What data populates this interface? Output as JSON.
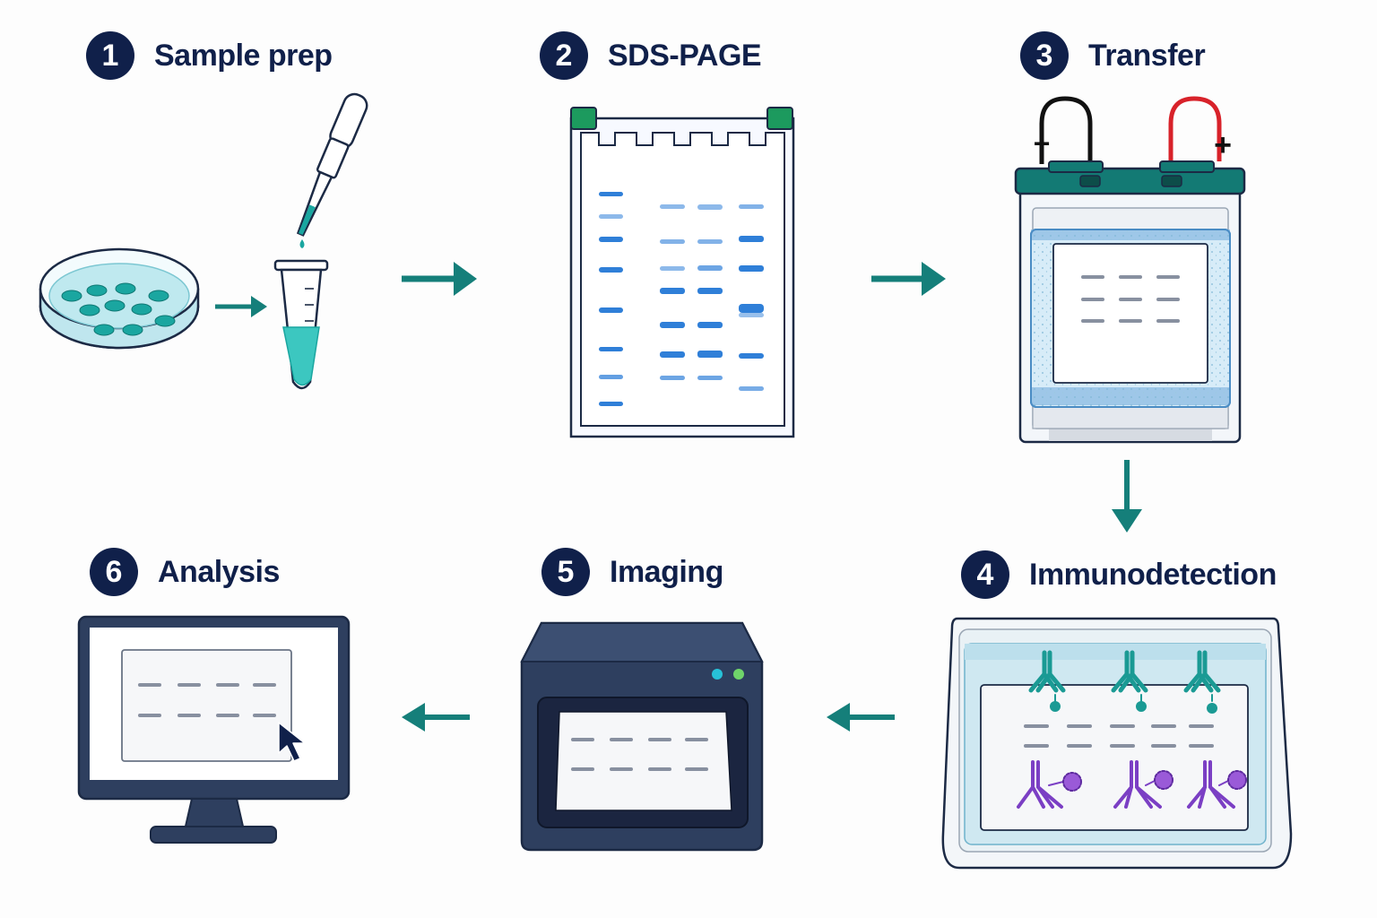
{
  "steps": [
    {
      "number": "1",
      "title": "Sample prep"
    },
    {
      "number": "2",
      "title": "SDS-PAGE"
    },
    {
      "number": "3",
      "title": "Transfer"
    },
    {
      "number": "4",
      "title": "Immunodetection"
    },
    {
      "number": "5",
      "title": "Imaging"
    },
    {
      "number": "6",
      "title": "Analysis"
    }
  ],
  "transfer": {
    "negative_label": "−",
    "positive_label": "+"
  },
  "colors": {
    "navy": "#10204a",
    "teal": "#157f7a",
    "band_blue": "#2f7fd8",
    "antibody_teal": "#1a9a94",
    "antibody_purple": "#7b3fc4",
    "negative_wire": "#111111",
    "positive_wire": "#d8222a"
  }
}
